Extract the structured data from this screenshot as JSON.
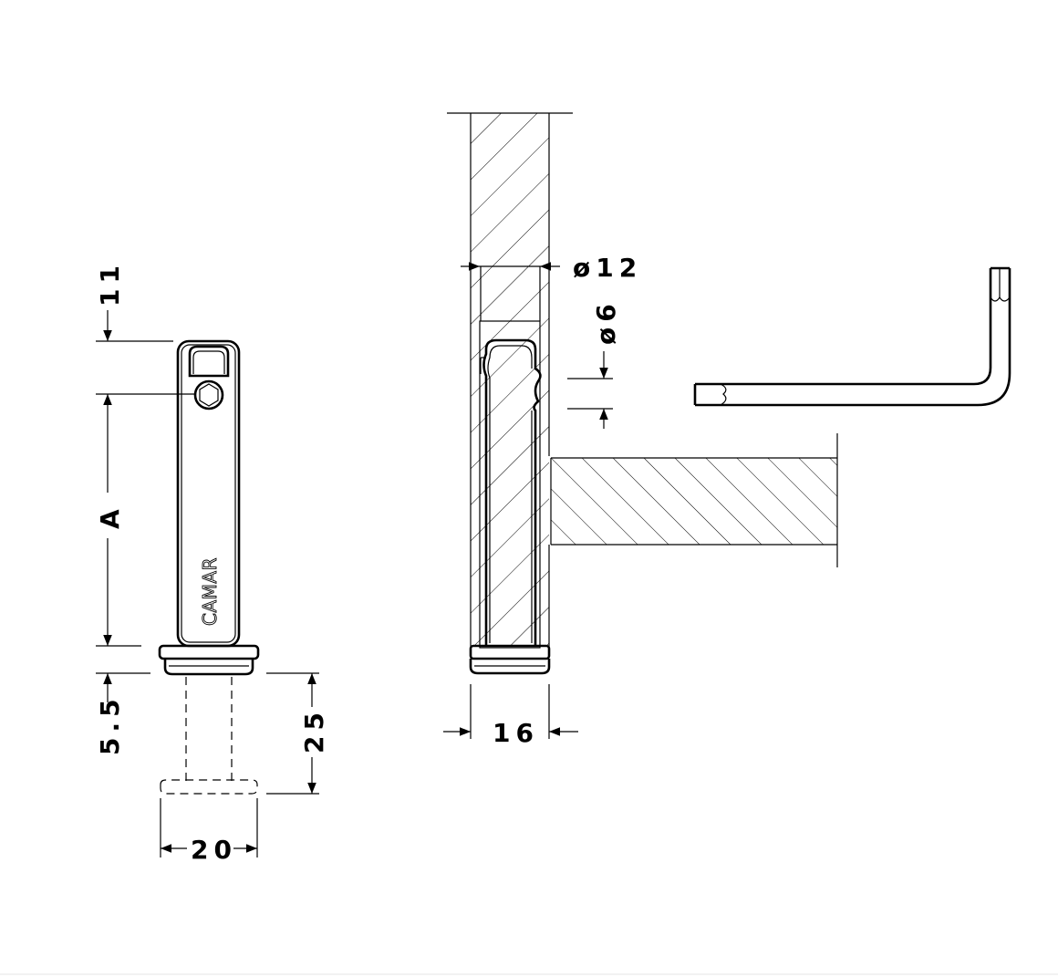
{
  "dimensions": {
    "top_offset": "11",
    "length": "A",
    "head_height": "5.5",
    "drop": "25",
    "width": "20",
    "bore_large": "ø12",
    "bore_small": "ø6",
    "panel_thickness": "16"
  },
  "brand": "CAMAR",
  "colors": {
    "line": "#000000",
    "background": "#ffffff"
  }
}
